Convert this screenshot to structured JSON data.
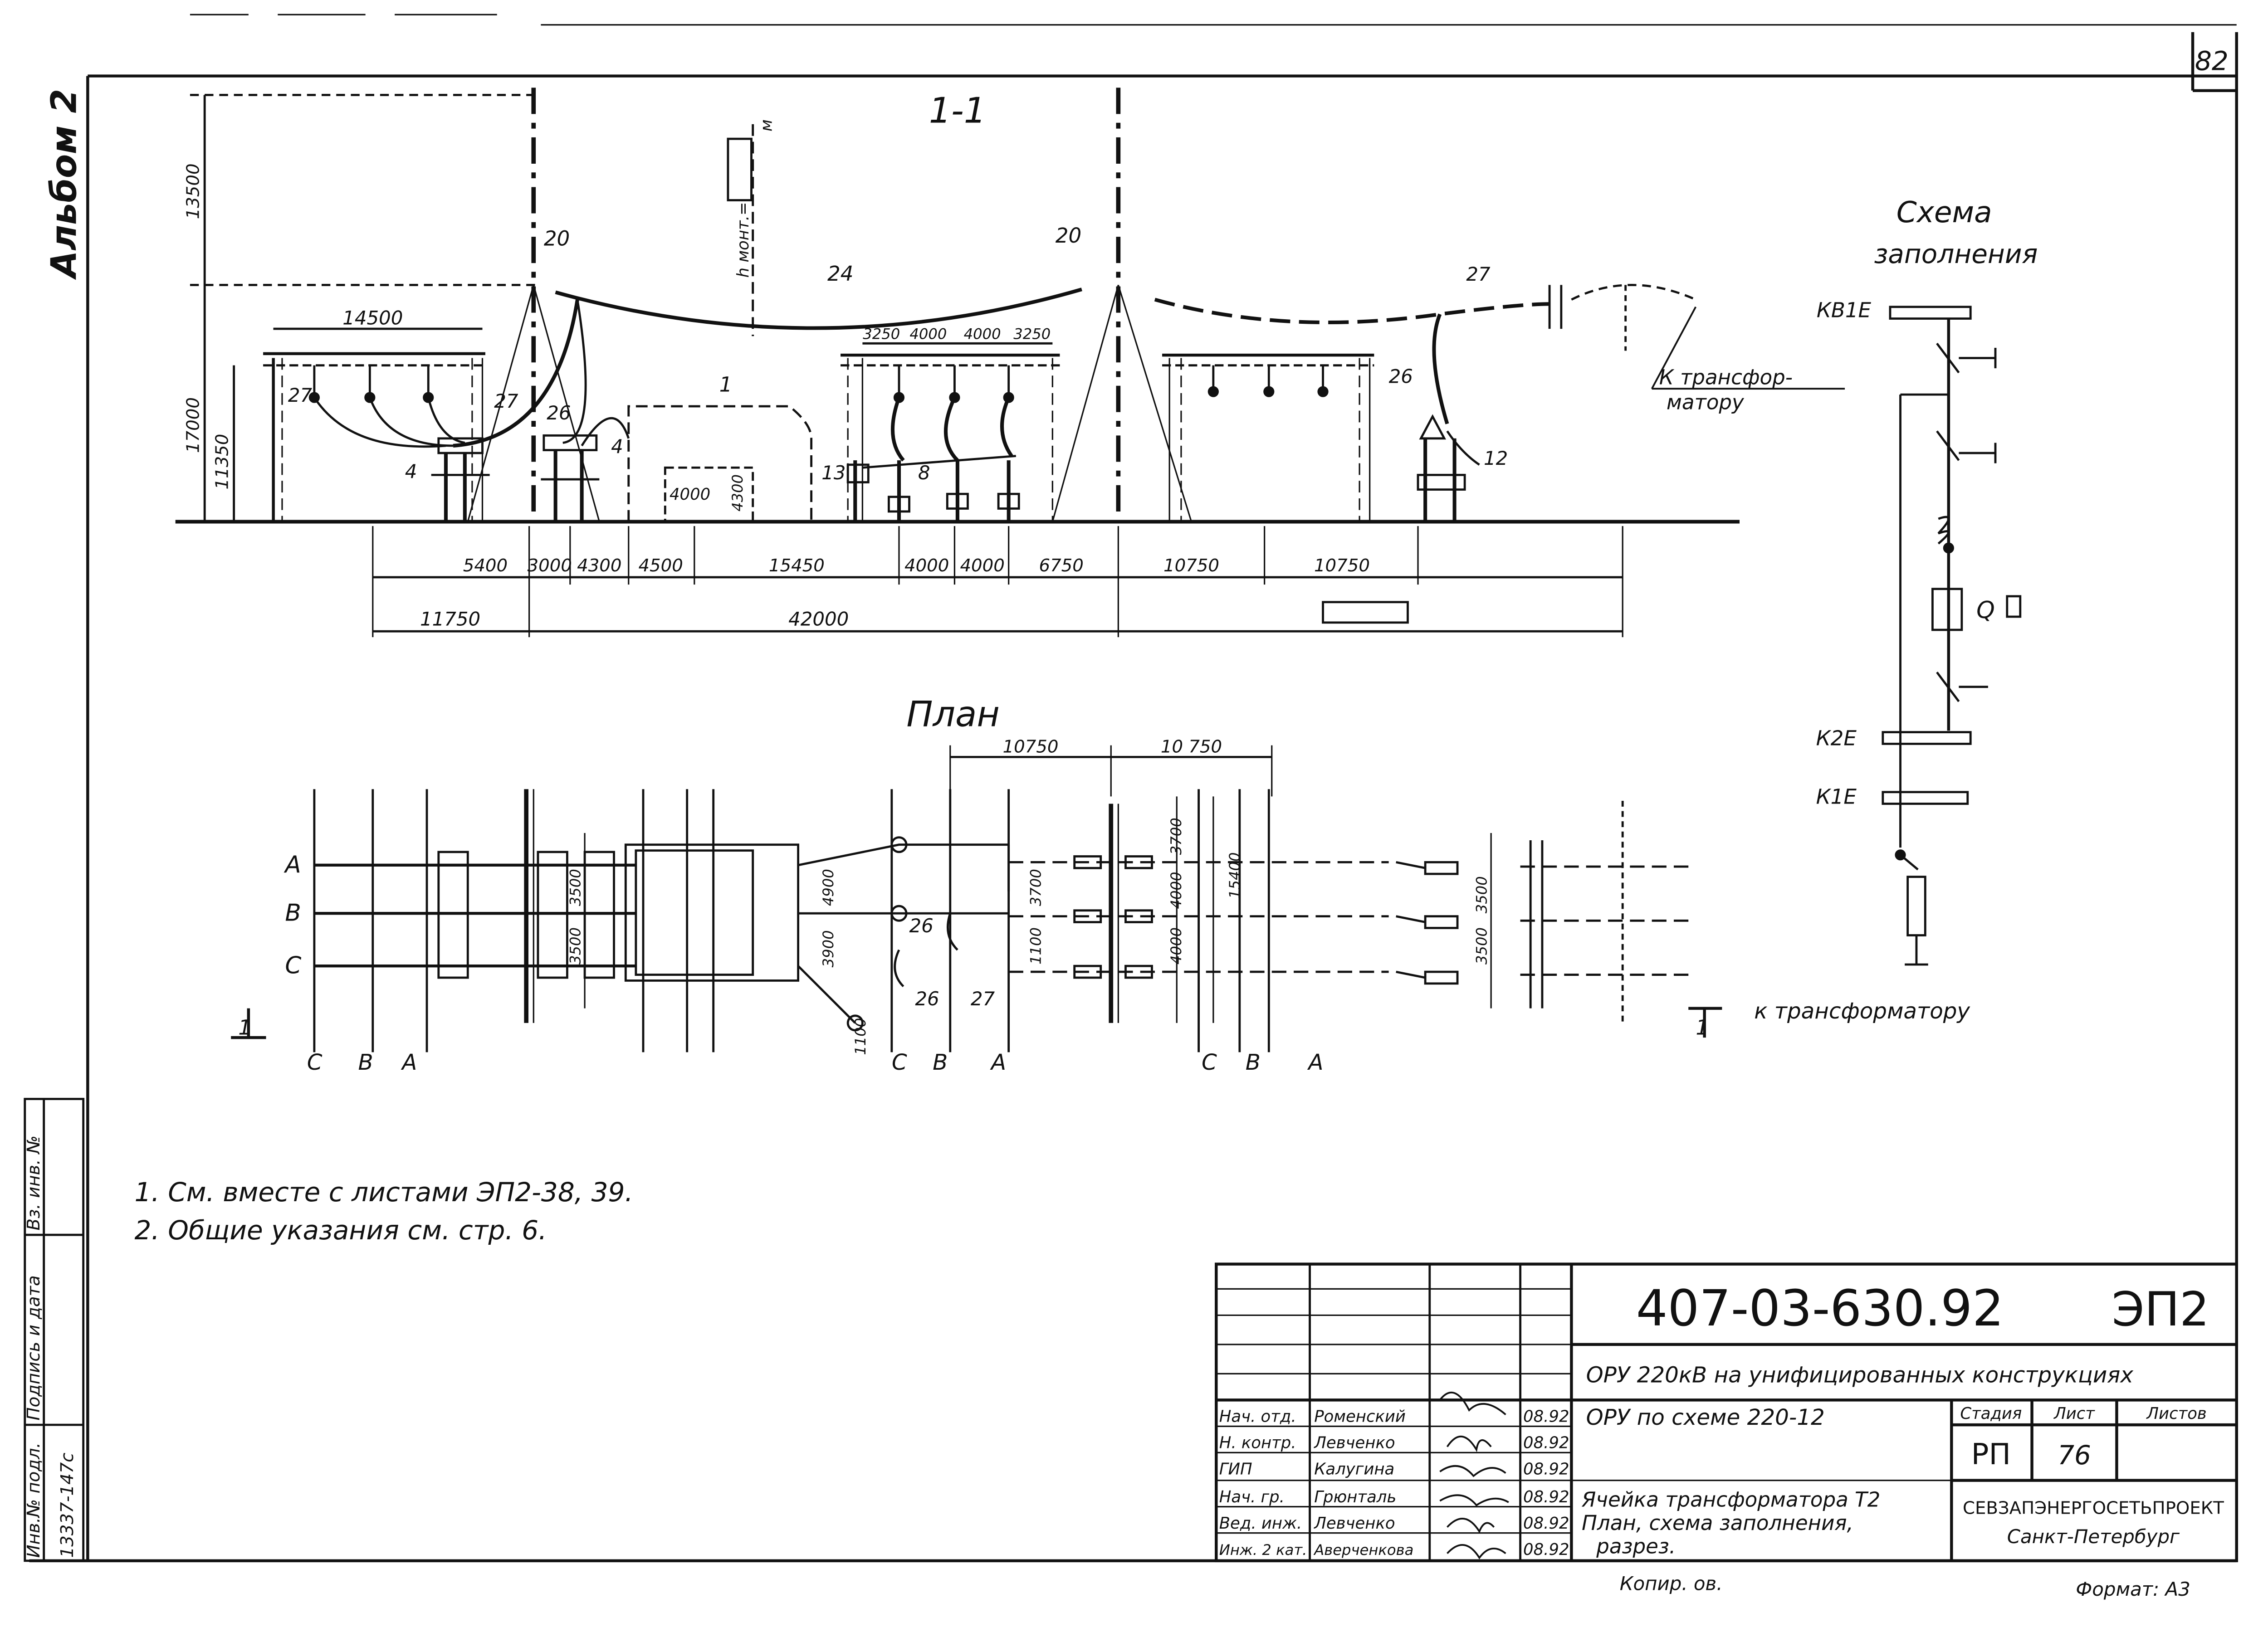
{
  "sheet_number": "82",
  "album_label": "Альбом 2",
  "section_title": "1-1",
  "plan_title": "План",
  "scheme_title_line1": "Схема",
  "scheme_title_line2": "заполнения",
  "top_labels": {
    "height_top": "13500",
    "height_mid": "17000",
    "height_low": "11350",
    "h_mont": "h монт.=",
    "h_mont_m": "м",
    "span_left": "14500",
    "small_dims": [
      "3250",
      "4000",
      "4000",
      "3250"
    ],
    "box_a": "4000",
    "box_b": "4300"
  },
  "section_dims_row1": [
    "5400",
    "3000",
    "4300",
    "4500",
    "15450",
    "4000",
    "4000",
    "6750",
    "10750",
    "10750"
  ],
  "section_dims_row2": [
    "11750",
    "42000"
  ],
  "section_callouts": [
    "20",
    "20",
    "24",
    "27",
    "27",
    "27",
    "26",
    "26",
    "1",
    "4",
    "4",
    "13",
    "8",
    "12"
  ],
  "to_transformer_1": "К трансфор-",
  "to_transformer_2": "матору",
  "plan": {
    "phase_left": [
      "А",
      "В",
      "С"
    ],
    "phase_bottom": [
      "С",
      "В",
      "А",
      "С",
      "В",
      "А",
      "С",
      "В",
      "А"
    ],
    "dims_top": [
      "10750",
      "10 750"
    ],
    "dims_left": [
      "3500",
      "3500"
    ],
    "dims_mid": [
      "4900",
      "3900",
      "1100",
      "3700",
      "1100"
    ],
    "dims_right": [
      "3700",
      "4000",
      "4000",
      "15400",
      "3500",
      "3500"
    ],
    "callouts": [
      "26",
      "26",
      "27"
    ],
    "section_mark": "1",
    "section_mark_right": "1",
    "to_transformer": "к трансформатору"
  },
  "scheme": {
    "kbie": "КВ1Е",
    "k2e": "К2Е",
    "k1e": "К1Е",
    "q": "Q"
  },
  "notes": [
    "1. См. вместе с листами ЭП2-38, 39.",
    "2. Общие указания см. стр. 6."
  ],
  "left_stamp": {
    "inv": "Инв.№ подл.",
    "sign": "Подпись и дата",
    "vz": "Вз. инв. №",
    "inv_value": "13337-147с"
  },
  "title_block": {
    "doc_code": "407-03-630.92",
    "sheet_code": "ЭП2",
    "project_title": "ОРУ 220кВ на унифицированных конструкциях",
    "scheme_name": "ОРУ по схеме 220-12",
    "stage_header": "Стадия",
    "sheet_header": "Лист",
    "sheets_header": "Листов",
    "stage": "РП",
    "sheet": "76",
    "drawing_title_1": "Ячейка трансформатора Т2",
    "drawing_title_2": "План, схема заполнения,",
    "drawing_title_3": "разрез.",
    "org_1": "СЕВЗАПЭНЕРГОСЕТЬПРОЕКТ",
    "org_2": "Санкт-Петербург",
    "roles": [
      "Нач. отд.",
      "Н. контр.",
      "ГИП",
      "Нач. гр.",
      "Вед. инж.",
      "Инж. 2 кат."
    ],
    "names": [
      "Роменский",
      "Левченко",
      "Калугина",
      "Грюнталь",
      "Левченко",
      "Аверченкова"
    ],
    "dates": [
      "08.92",
      "08.92",
      "08.92",
      "08.92",
      "08.92",
      "08.92"
    ],
    "copied": "Копир. ов.",
    "format": "Формат: А3"
  }
}
